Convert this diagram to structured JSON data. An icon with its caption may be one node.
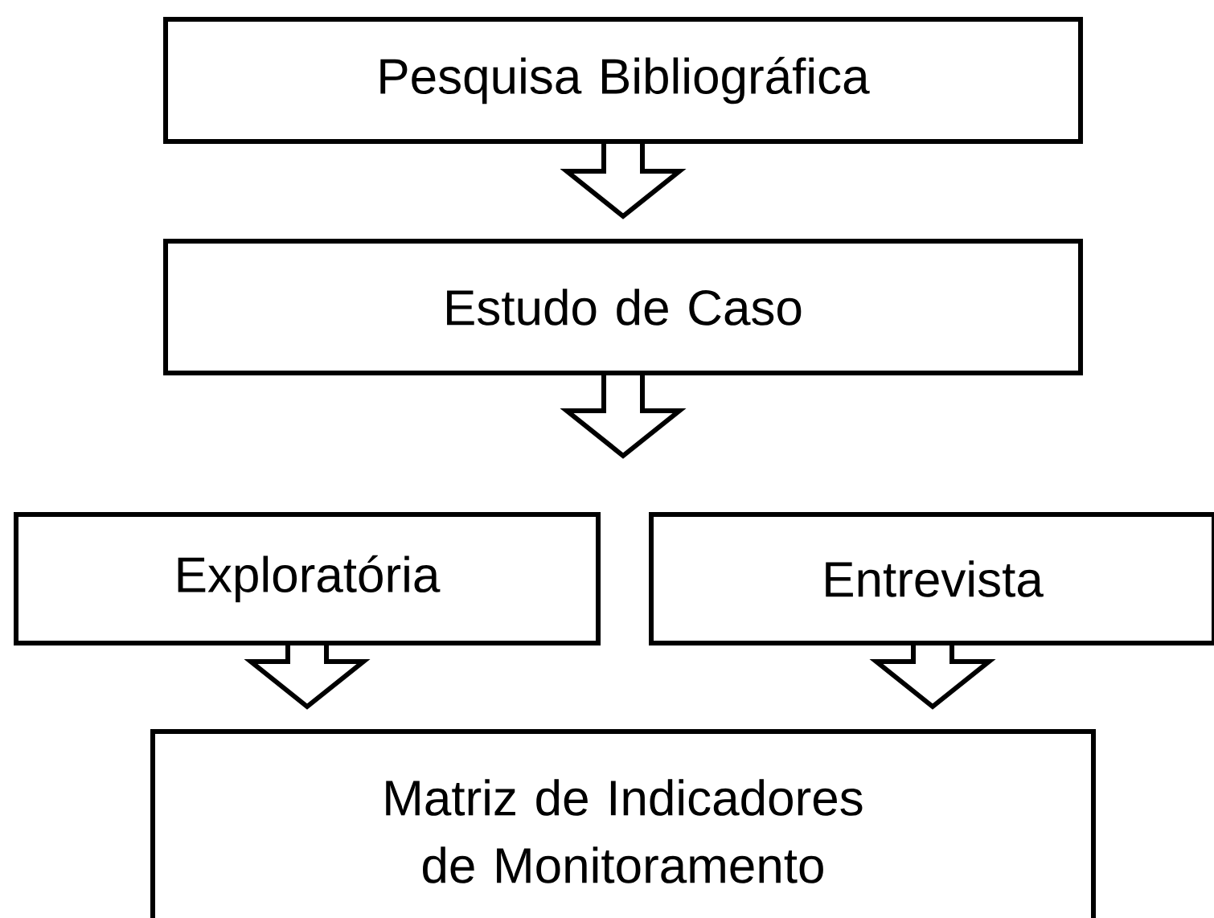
{
  "diagram": {
    "nodes": [
      {
        "text": [
          "Pesquisa Bibliográfica"
        ]
      },
      {
        "text": [
          "Estudo de Caso"
        ]
      },
      {
        "text": [
          "Exploratória"
        ]
      },
      {
        "text": [
          "Entrevista"
        ]
      },
      {
        "text": [
          "Matriz de Indicadores de Monitoramento"
        ]
      }
    ],
    "edges": [
      {
        "from": 0,
        "to": 1,
        "arrow": "to"
      },
      {
        "from": 1,
        "to": null,
        "arrow": "to"
      },
      {
        "from": 2,
        "to": 4,
        "arrow": "to"
      },
      {
        "from": 3,
        "to": 4,
        "arrow": "to"
      }
    ]
  }
}
